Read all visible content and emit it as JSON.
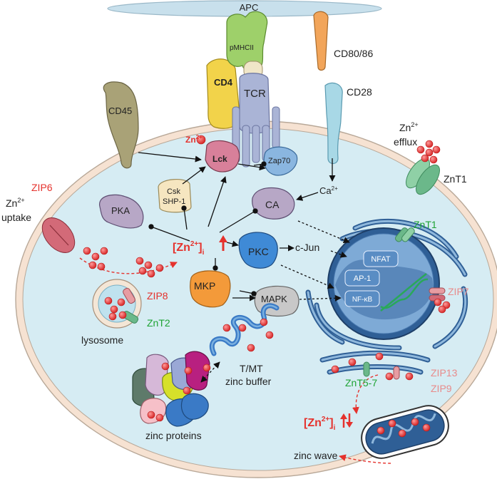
{
  "labels": {
    "apc": "APC",
    "cd80_86": "CD80/86",
    "cd28": "CD28",
    "pmhcii": "pMHCII",
    "cd4": "CD4",
    "tcr": "TCR",
    "cd45": "CD45",
    "zn_lck": "Zn",
    "zn_lck_sup": "2+",
    "lck": "Lck",
    "zap70": "Zap70",
    "zn_efflux_zn": "Zn",
    "zn_efflux_sup": "2+",
    "efflux": "efflux",
    "znt1_membrane": "ZnT1",
    "ca2_text": "Ca",
    "ca2_sup": "2+",
    "csk": "Csk",
    "shp1": "SHP-1",
    "pka": "PKA",
    "ca": "CA",
    "zip6": "ZIP6",
    "zn_uptake_zn": "Zn",
    "zn_uptake_sup": "2+",
    "uptake": "uptake",
    "zni_main": "[Zn",
    "zni_main_sup": "2+",
    "zni_main_close": "]",
    "zni_main_sub": "i",
    "pkc": "PKC",
    "cjun": "c-Jun",
    "znt1_er": "ZnT1",
    "nfat": "NFAT",
    "ap1": "AP-1",
    "nfkb": "NF-κB",
    "zip7": "ZIP7",
    "mkp": "MKP",
    "mapk": "MAPK",
    "zip8": "ZIP8",
    "znt2": "ZnT2",
    "lysosome": "lysosome",
    "tmt_1": "T/MT",
    "tmt_2": "zinc buffer",
    "zip13": "ZIP13",
    "zip9": "ZIP9",
    "znt5_7": "ZnT5-7",
    "zni_wave": "[Zn",
    "zni_wave_sup": "2+",
    "zni_wave_close": "]",
    "zni_wave_sub": "i",
    "zinc_proteins": "zinc proteins",
    "zinc_wave": "zinc wave"
  },
  "colors": {
    "zinc_red": "#e5322d",
    "znt_green": "#1fa335",
    "zip_pink": "#e88b8b",
    "cell_fill": "#d6ecf3",
    "membrane": "#f6e2d2",
    "nucleus": "#2f5f96"
  }
}
